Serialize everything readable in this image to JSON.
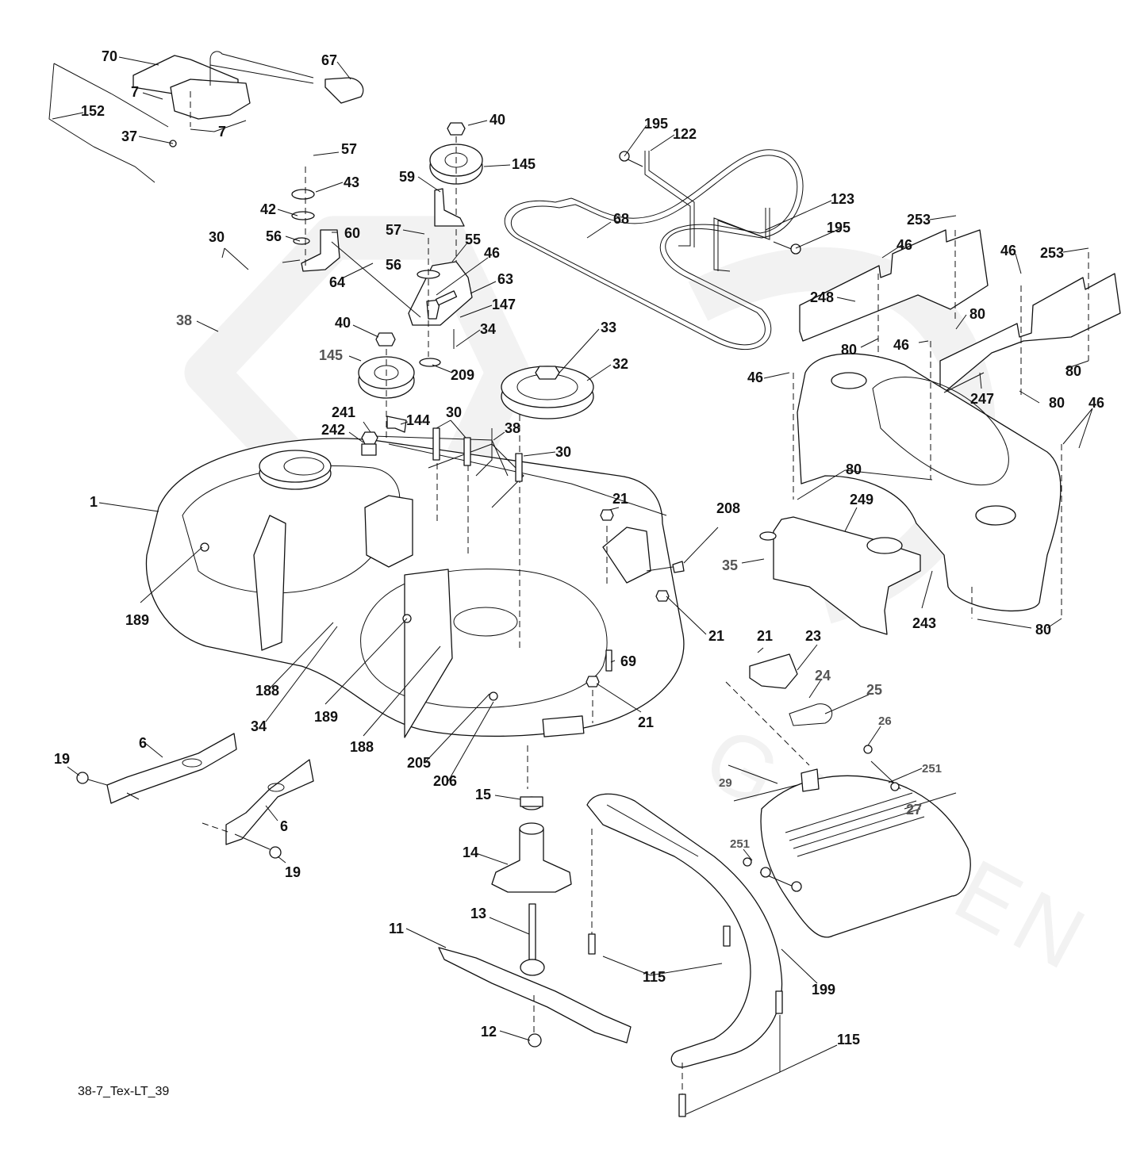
{
  "diagram": {
    "type": "exploded-parts-diagram",
    "subject": "Mower deck assembly",
    "drawing_id": "38-7_Tex-LT_39",
    "watermark": {
      "text": "GARDEN",
      "color": "#f2f2f2"
    },
    "line_color": "#111111",
    "label_colors": {
      "primary": "#111111",
      "secondary": "#555555"
    },
    "callouts": [
      {
        "id": "c70",
        "label": "70"
      },
      {
        "id": "c67",
        "label": "67"
      },
      {
        "id": "c7a",
        "label": "7"
      },
      {
        "id": "c152",
        "label": "152"
      },
      {
        "id": "c7b",
        "label": "7"
      },
      {
        "id": "c37",
        "label": "37"
      },
      {
        "id": "c40a",
        "label": "40"
      },
      {
        "id": "c145a",
        "label": "145"
      },
      {
        "id": "c57a",
        "label": "57"
      },
      {
        "id": "c43",
        "label": "43"
      },
      {
        "id": "c59",
        "label": "59"
      },
      {
        "id": "c42",
        "label": "42"
      },
      {
        "id": "c60",
        "label": "60"
      },
      {
        "id": "c56a",
        "label": "56"
      },
      {
        "id": "c57b",
        "label": "57"
      },
      {
        "id": "c55",
        "label": "55"
      },
      {
        "id": "c56b",
        "label": "56"
      },
      {
        "id": "c46a",
        "label": "46"
      },
      {
        "id": "c64",
        "label": "64"
      },
      {
        "id": "c63",
        "label": "63"
      },
      {
        "id": "c147",
        "label": "147"
      },
      {
        "id": "c30a",
        "label": "30"
      },
      {
        "id": "c38a",
        "label": "38"
      },
      {
        "id": "c40b",
        "label": "40"
      },
      {
        "id": "c34a",
        "label": "34"
      },
      {
        "id": "c145b",
        "label": "145"
      },
      {
        "id": "c209",
        "label": "209"
      },
      {
        "id": "c33",
        "label": "33"
      },
      {
        "id": "c32",
        "label": "32"
      },
      {
        "id": "c195a",
        "label": "195"
      },
      {
        "id": "c122",
        "label": "122"
      },
      {
        "id": "c68",
        "label": "68"
      },
      {
        "id": "c123",
        "label": "123"
      },
      {
        "id": "c195b",
        "label": "195"
      },
      {
        "id": "c253a",
        "label": "253"
      },
      {
        "id": "c46b",
        "label": "46"
      },
      {
        "id": "c46c",
        "label": "46"
      },
      {
        "id": "c253b",
        "label": "253"
      },
      {
        "id": "c248",
        "label": "248"
      },
      {
        "id": "c80a",
        "label": "80"
      },
      {
        "id": "c80b",
        "label": "80"
      },
      {
        "id": "c46d",
        "label": "46"
      },
      {
        "id": "c46e",
        "label": "46"
      },
      {
        "id": "c80c",
        "label": "80"
      },
      {
        "id": "c247",
        "label": "247"
      },
      {
        "id": "c80d",
        "label": "80"
      },
      {
        "id": "c46f",
        "label": "46"
      },
      {
        "id": "c241",
        "label": "241"
      },
      {
        "id": "c242",
        "label": "242"
      },
      {
        "id": "c144",
        "label": "144"
      },
      {
        "id": "c30b",
        "label": "30"
      },
      {
        "id": "c38b",
        "label": "38"
      },
      {
        "id": "c30c",
        "label": "30"
      },
      {
        "id": "c1",
        "label": "1"
      },
      {
        "id": "c21a",
        "label": "21"
      },
      {
        "id": "c208",
        "label": "208"
      },
      {
        "id": "c80e",
        "label": "80"
      },
      {
        "id": "c249",
        "label": "249"
      },
      {
        "id": "c35",
        "label": "35"
      },
      {
        "id": "c243",
        "label": "243"
      },
      {
        "id": "c80f",
        "label": "80"
      },
      {
        "id": "c189a",
        "label": "189"
      },
      {
        "id": "c21b",
        "label": "21"
      },
      {
        "id": "c69",
        "label": "69"
      },
      {
        "id": "c188a",
        "label": "188"
      },
      {
        "id": "c34b",
        "label": "34"
      },
      {
        "id": "c189b",
        "label": "189"
      },
      {
        "id": "c188b",
        "label": "188"
      },
      {
        "id": "c21c",
        "label": "21"
      },
      {
        "id": "c21d",
        "label": "21"
      },
      {
        "id": "c23",
        "label": "23"
      },
      {
        "id": "c24",
        "label": "24"
      },
      {
        "id": "c25",
        "label": "25"
      },
      {
        "id": "c26",
        "label": "26"
      },
      {
        "id": "c205",
        "label": "205"
      },
      {
        "id": "c206",
        "label": "206"
      },
      {
        "id": "c6a",
        "label": "6"
      },
      {
        "id": "c19a",
        "label": "19"
      },
      {
        "id": "c6b",
        "label": "6"
      },
      {
        "id": "c19b",
        "label": "19"
      },
      {
        "id": "c15",
        "label": "15"
      },
      {
        "id": "c29",
        "label": "29"
      },
      {
        "id": "c251a",
        "label": "251"
      },
      {
        "id": "c27",
        "label": "27"
      },
      {
        "id": "c14",
        "label": "14"
      },
      {
        "id": "c251b",
        "label": "251"
      },
      {
        "id": "c13",
        "label": "13"
      },
      {
        "id": "c11",
        "label": "11"
      },
      {
        "id": "c115a",
        "label": "115"
      },
      {
        "id": "c199",
        "label": "199"
      },
      {
        "id": "c12",
        "label": "12"
      },
      {
        "id": "c115b",
        "label": "115"
      }
    ]
  }
}
